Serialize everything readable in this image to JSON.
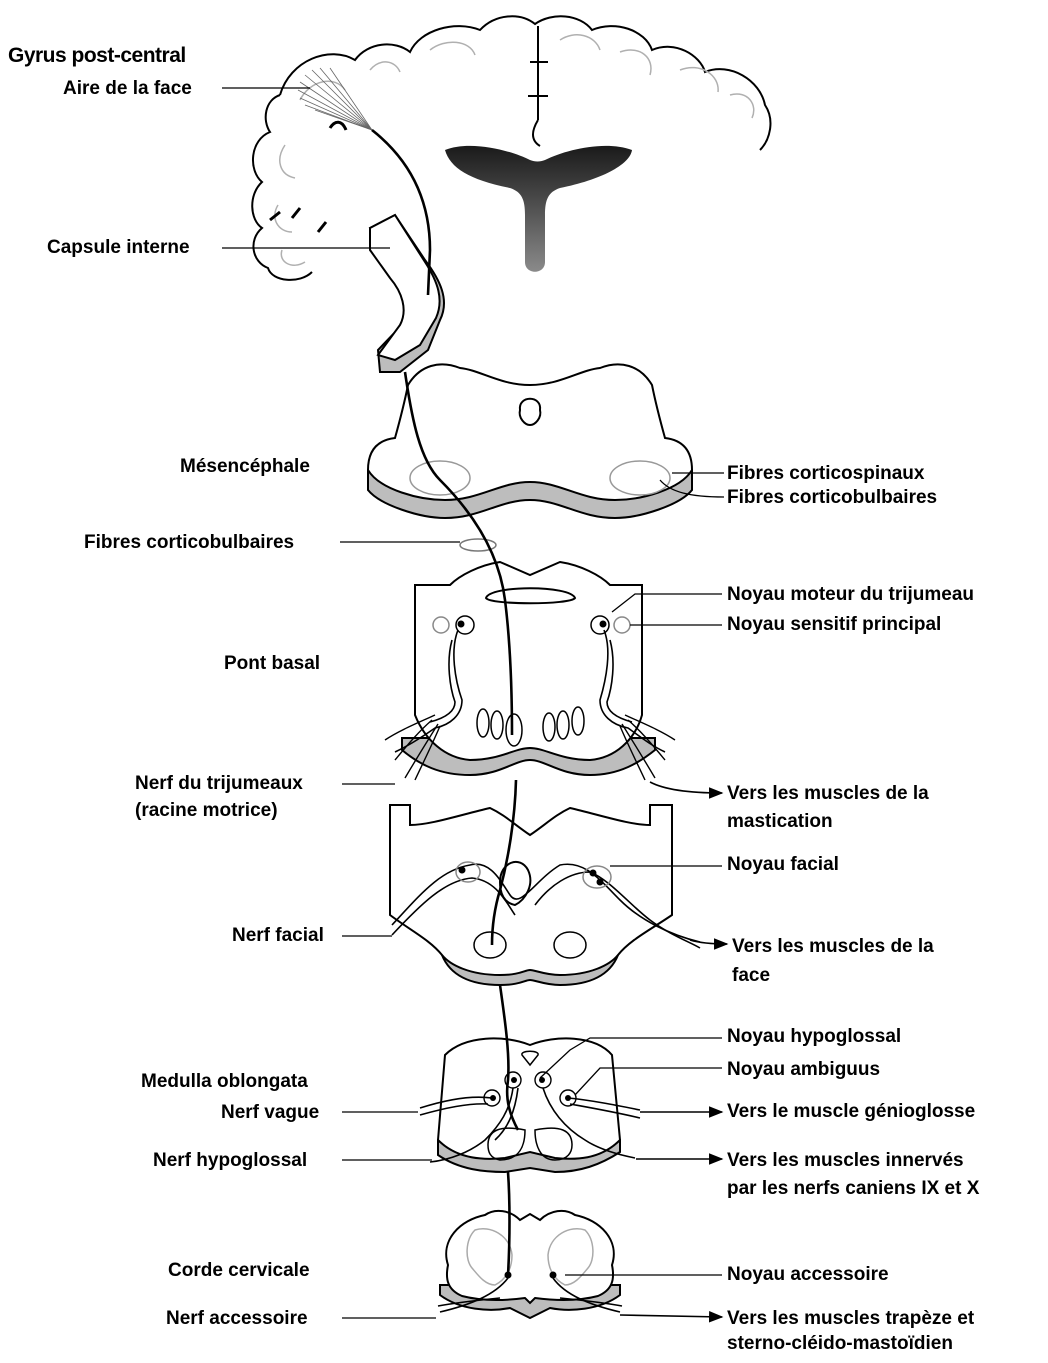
{
  "labels": {
    "gyrus_post_central": "Gyrus post-central",
    "aire_face": "Aire de la face",
    "capsule_interne": "Capsule interne",
    "mesencephale": "Mésencéphale",
    "fibres_corticospinaux": "Fibres corticospinaux",
    "fibres_corticobulbaires_right": "Fibres corticobulbaires",
    "fibres_corticobulbaires_left": "Fibres corticobulbaires",
    "noyau_moteur_trijumeau": "Noyau moteur du trijumeau",
    "noyau_sensitif_principal": "Noyau sensitif principal",
    "pont_basal": "Pont basal",
    "nerf_trijumeaux_1": "Nerf du trijumeaux",
    "nerf_trijumeaux_2": "(racine motrice)",
    "muscles_mastication_1": "Vers les muscles de la",
    "muscles_mastication_2": "mastication",
    "noyau_facial": "Noyau facial",
    "nerf_facial": "Nerf facial",
    "muscles_face_1": "Vers les muscles de la",
    "muscles_face_2": "face",
    "noyau_hypoglossal": "Noyau hypoglossal",
    "medulla_oblongata": "Medulla oblongata",
    "noyau_ambiguus": "Noyau ambiguus",
    "nerf_vague": "Nerf vague",
    "muscle_genioglosse": "Vers le muscle génioglosse",
    "nerf_hypoglossal": "Nerf hypoglossal",
    "muscles_innerves_1": "Vers les muscles innervés",
    "muscles_innerves_2": "par les nerfs caniens IX et X",
    "corde_cervicale": "Corde cervicale",
    "noyau_accessoire": "Noyau accessoire",
    "nerf_accessoire": "Nerf accessoire",
    "muscles_trapeze_1": "Vers les muscles trapèze et",
    "muscles_trapeze_2": "sterno-cléido-mastoïdien"
  },
  "colors": {
    "ink": "#000000",
    "shade": "#bdbdbd",
    "ventricle_dark": "#2a2a2a",
    "ventricle_mid": "#7a7a7a",
    "sulcus_gray": "#b0b0b0"
  }
}
